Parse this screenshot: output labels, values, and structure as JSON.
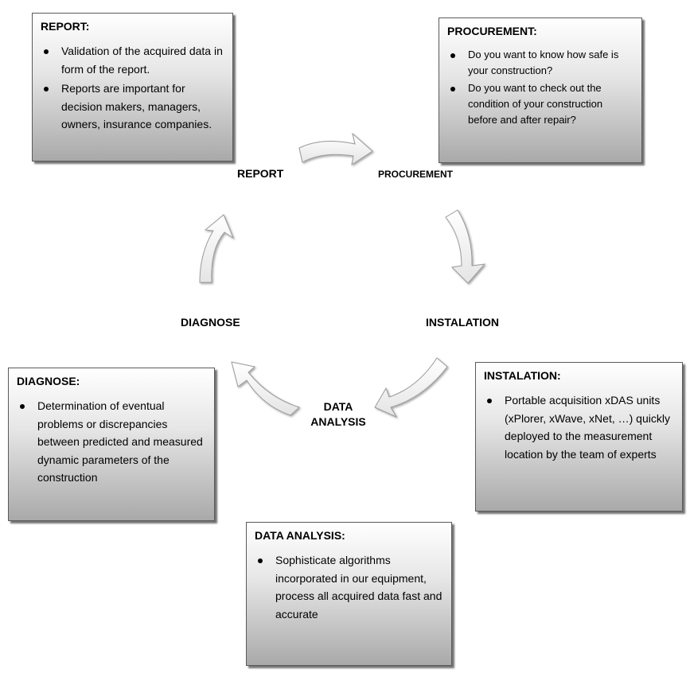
{
  "stages": {
    "report": "REPORT",
    "procurement": "PROCUREMENT",
    "instalation": "INSTALATION",
    "data_analysis_line1": "DATA",
    "data_analysis_line2": "ANALYSIS",
    "diagnose": "DIAGNOSE"
  },
  "boxes": {
    "report": {
      "title": "REPORT:",
      "items": [
        "Validation of the acquired data in form of the report.",
        "Reports are important for decision makers, managers, owners, insurance companies."
      ]
    },
    "procurement": {
      "title": "PROCUREMENT:",
      "items": [
        "Do you want to know how safe is your construction?",
        "Do you want to check out the condition of your construction before and after repair?"
      ]
    },
    "instalation": {
      "title": "INSTALATION:",
      "items": [
        "Portable acquisition xDAS units (xPlorer, xWave, xNet, …) quickly deployed to the measurement location by the team of experts"
      ]
    },
    "data_analysis": {
      "title": "DATA ANALYSIS:",
      "items": [
        "Sophisticate algorithms incorporated in our equipment, process all acquired data fast and accurate"
      ]
    },
    "diagnose": {
      "title": "DIAGNOSE:",
      "items": [
        "Determination of eventual problems or discrepancies between predicted and measured dynamic parameters of the construction"
      ]
    }
  }
}
